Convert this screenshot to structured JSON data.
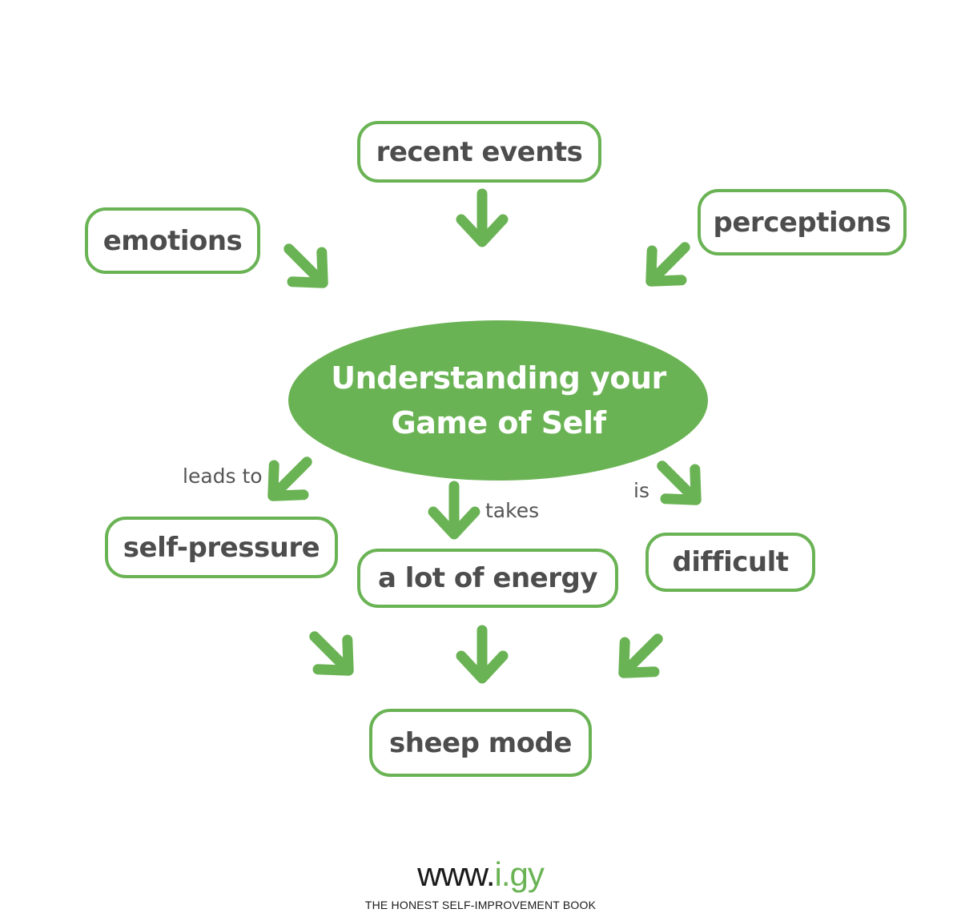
{
  "center": {
    "line1": "Understanding your",
    "line2": "Game of Self"
  },
  "inputs": {
    "recent_events": "recent events",
    "emotions": "emotions",
    "perceptions": "perceptions"
  },
  "outputs": {
    "self_pressure": "self-pressure",
    "energy": "a lot of energy",
    "difficult": "difficult"
  },
  "edge_labels": {
    "leads_to": "leads to",
    "takes": "takes",
    "is": "is"
  },
  "result": "sheep mode",
  "footer": {
    "url_prefix": "www.",
    "url_accent": "i.gy",
    "tagline": "THE HONEST SELF-IMPROVEMENT BOOK"
  },
  "colors": {
    "accent": "#6ab354",
    "text": "#4d4d4d"
  }
}
